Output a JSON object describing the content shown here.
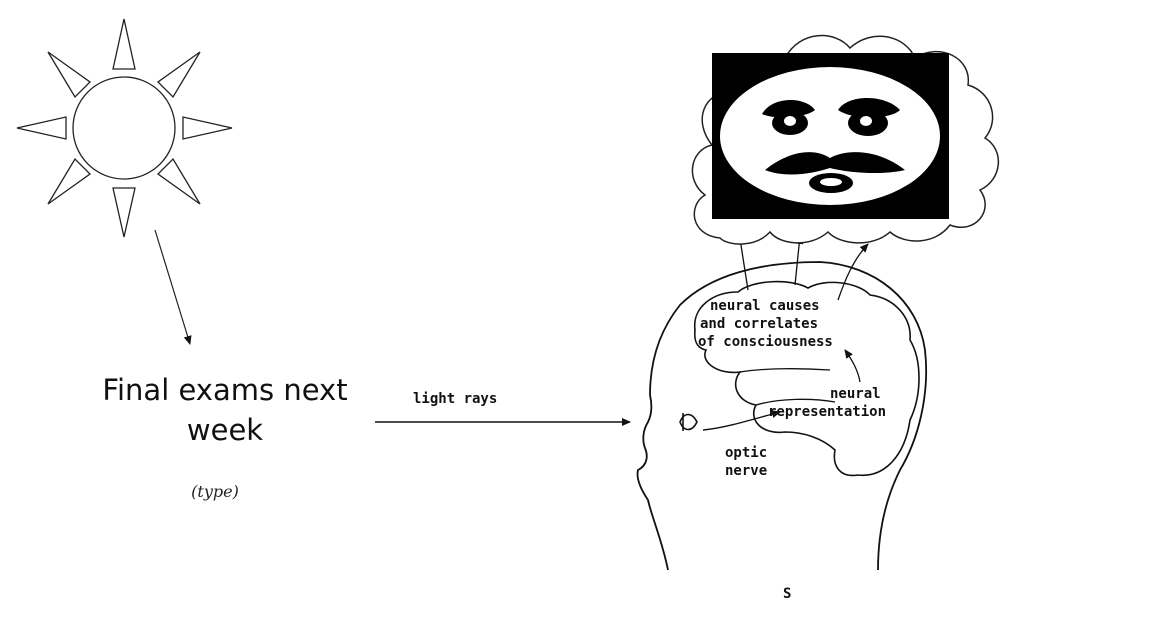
{
  "sun": {
    "icon": "sun-icon"
  },
  "left_panel": {
    "caption": "Final exams next week",
    "subcaption": "(type)"
  },
  "labels": {
    "light_rays": "light rays",
    "neural_causes_1": "neural causes",
    "neural_causes_2": "and correlates",
    "neural_causes_3": "of consciousness",
    "neural_rep_1": "neural",
    "neural_rep_2": "representation",
    "optic_1": "optic",
    "optic_2": "nerve",
    "subject": "S"
  },
  "thought": {
    "icon": "face-icon"
  }
}
